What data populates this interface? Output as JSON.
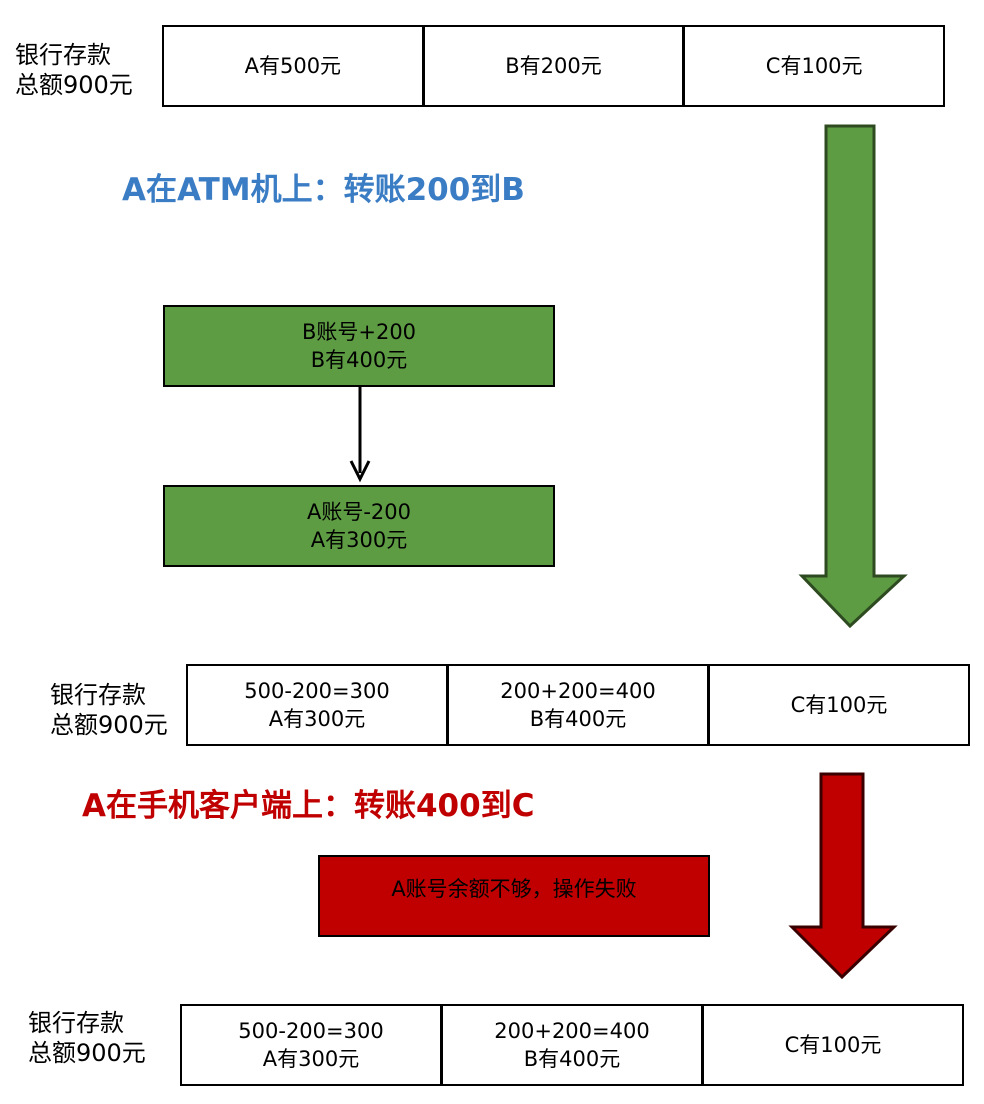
{
  "colors": {
    "green_fill": "#5e9c44",
    "green_stroke": "#2d4a20",
    "red_fill": "#c00000",
    "red_stroke": "#3a0000",
    "blue_text": "#3b7dc4",
    "red_text": "#c00000"
  },
  "stage1": {
    "label": [
      "银行存款",
      "总额900元"
    ],
    "cells": [
      [
        "A有500元"
      ],
      [
        "B有200元"
      ],
      [
        "C有100元"
      ]
    ]
  },
  "heading1": "A在ATM机上：转账200到B",
  "step_b": [
    "B账号+200",
    "B有400元"
  ],
  "step_a": [
    "A账号-200",
    "A有300元"
  ],
  "stage2": {
    "label": [
      "银行存款",
      "总额900元"
    ],
    "cells": [
      [
        "500-200=300",
        "A有300元"
      ],
      [
        "200+200=400",
        "B有400元"
      ],
      [
        "C有100元"
      ]
    ]
  },
  "heading2": "A在手机客户端上：转账400到C",
  "fail_box": "A账号余额不够，操作失败",
  "stage3": {
    "label": [
      "银行存款",
      "总额900元"
    ],
    "cells": [
      [
        "500-200=300",
        "A有300元"
      ],
      [
        "200+200=400",
        "B有400元"
      ],
      [
        "C有100元"
      ]
    ]
  }
}
